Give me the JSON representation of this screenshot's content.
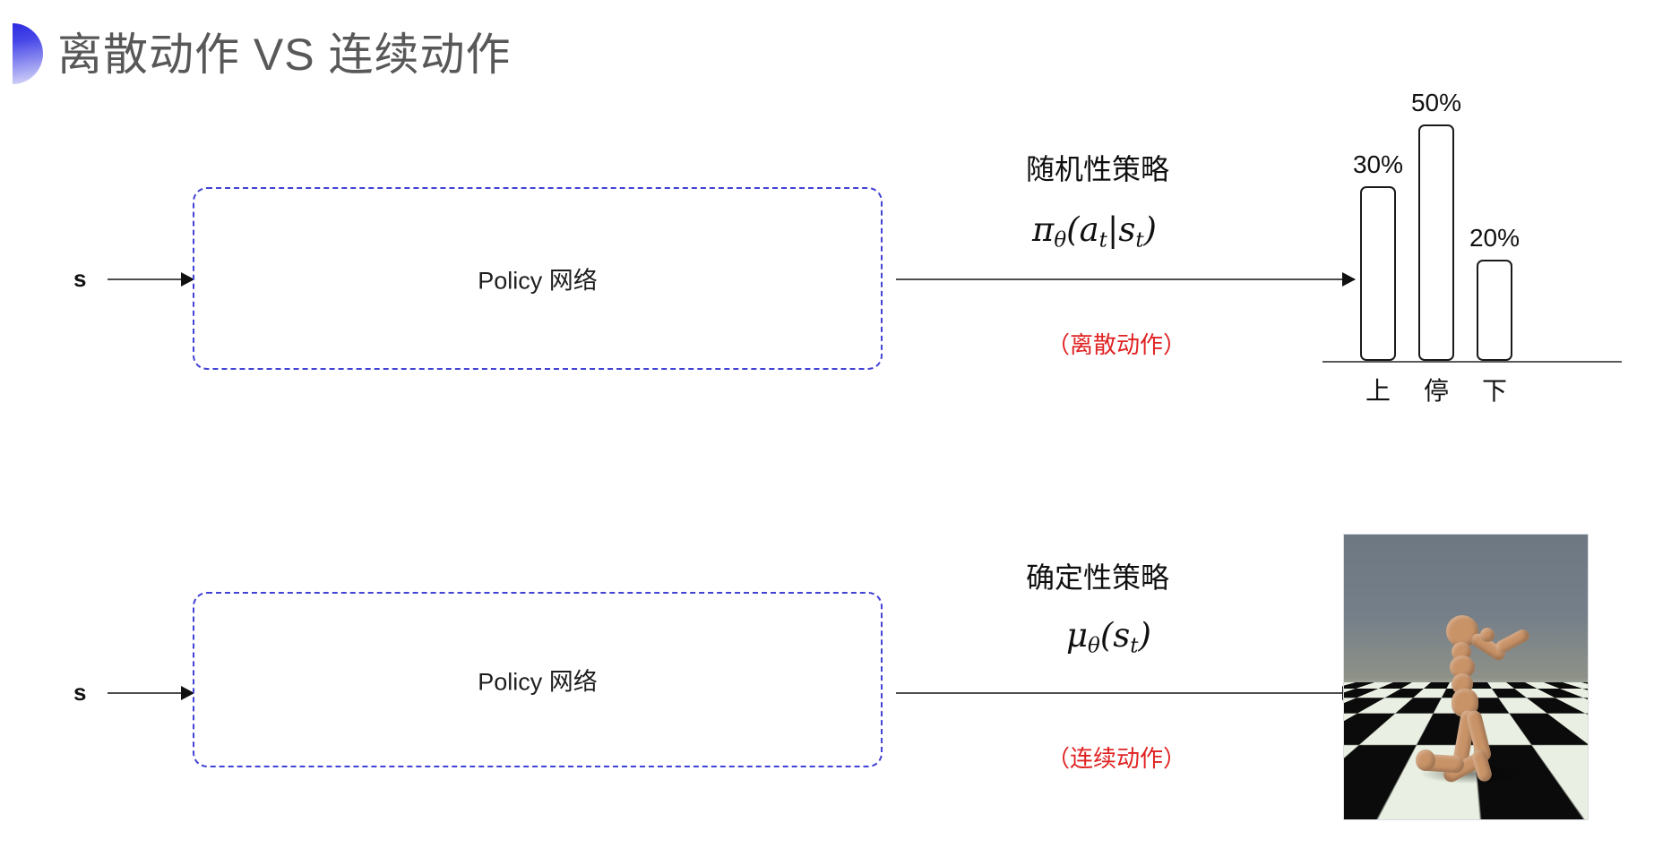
{
  "slide": {
    "title": "离散动作 VS 连续动作",
    "bullet_icon": "half-circle-gradient-icon",
    "background": "#ffffff",
    "title_color": "#585858",
    "accent_color": "#4242d4",
    "note_color": "#e02222"
  },
  "rows": [
    {
      "id": "discrete",
      "input_label": "s",
      "box_label": "Policy 网络",
      "policy_caption": "随机性策略",
      "formula_plain": "πθ(a_t|s_t)",
      "formula_parts": {
        "symbol": "π",
        "sub_symbol": "θ",
        "open": "(",
        "arg": "a",
        "arg_sub": "t",
        "bar": "|",
        "cond": "s",
        "cond_sub": "t",
        "close": ")"
      },
      "note": "（离散动作）",
      "output_kind": "bar-chart"
    },
    {
      "id": "continuous",
      "input_label": "s",
      "box_label": "Policy 网络",
      "policy_caption": "确定性策略",
      "formula_plain": "μθ(s_t)",
      "formula_parts": {
        "symbol": "μ",
        "sub_symbol": "θ",
        "open": "(",
        "arg": "s",
        "arg_sub": "t",
        "close": ")"
      },
      "note": "（连续动作）",
      "output_kind": "humanoid-simulation-image"
    }
  ],
  "chart_data": {
    "type": "bar",
    "title": "",
    "xlabel": "",
    "ylabel": "",
    "categories": [
      "上",
      "停",
      "下"
    ],
    "values": [
      30,
      50,
      20
    ],
    "value_labels": [
      "30%",
      "50%",
      "20%"
    ],
    "ylim": [
      0,
      55
    ],
    "grid": false,
    "legend": null,
    "bar_style": {
      "fill": "#ffffff",
      "stroke": "#1a1a1a",
      "rounded": true
    }
  },
  "humanoid": {
    "caption": "MuJoCo humanoid on checkerboard floor",
    "sky_color": "#6f7a85",
    "floor_colors": [
      "#e9efe2",
      "#0b0b0b"
    ],
    "body_color": "#c99368"
  }
}
